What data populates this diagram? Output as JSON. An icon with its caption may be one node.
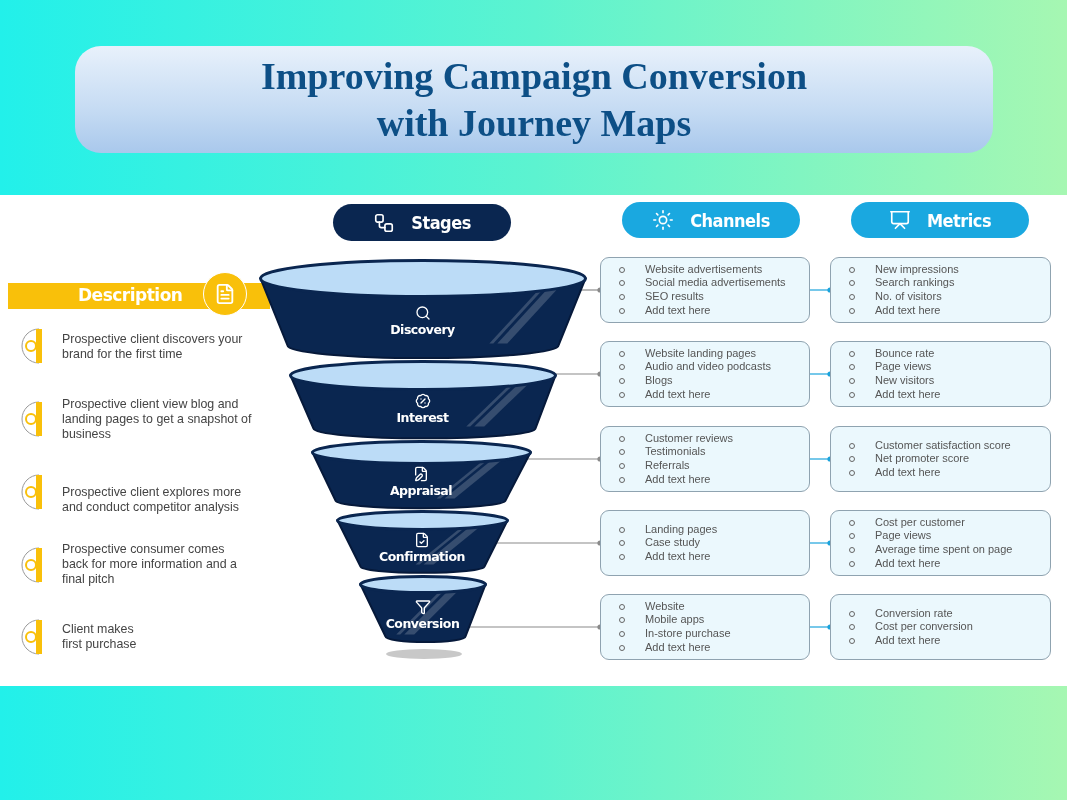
{
  "diagram": {
    "title": "Improving Campaign Conversion with Journey Maps",
    "nodes": [
      {
        "text": [
          "Stages"
        ]
      },
      {
        "text": [
          "Channels"
        ]
      },
      {
        "text": [
          "Metrics"
        ]
      },
      {
        "text": [
          "Description"
        ]
      },
      {
        "text": [
          "Discovery"
        ]
      },
      {
        "text": [
          "Interest"
        ]
      },
      {
        "text": [
          "Appraisal"
        ]
      },
      {
        "text": [
          "Confirmation"
        ]
      },
      {
        "text": [
          "Conversion"
        ]
      },
      {
        "text": [
          "Website advertisements",
          "Social media advertisements",
          "SEO results",
          "Add text here"
        ]
      },
      {
        "text": [
          "Website landing pages",
          "Audio and video podcasts",
          "Blogs",
          "Add text here"
        ]
      },
      {
        "text": [
          "Customer reviews",
          "Testimonials",
          "Referrals",
          "Add text here"
        ]
      },
      {
        "text": [
          "Landing pages",
          "Case study",
          "Add text here"
        ]
      },
      {
        "text": [
          "Website",
          "Mobile apps",
          "In-store purchase",
          "Add text here"
        ]
      },
      {
        "text": [
          "New impressions",
          "Search rankings",
          "No. of visitors",
          "Add text here"
        ]
      },
      {
        "text": [
          "Bounce rate",
          "Page views",
          "New visitors",
          "Add text here"
        ]
      },
      {
        "text": [
          "Customer satisfaction score",
          "Net promoter score",
          "Add text here"
        ]
      },
      {
        "text": [
          "Cost per customer",
          "Page views",
          "Average time spent on page",
          "Add text here"
        ]
      },
      {
        "text": [
          "Conversion rate",
          "Cost per conversion",
          "Add text here"
        ]
      }
    ],
    "edges": [
      {
        "from": 4,
        "to": 9,
        "arrow": "other"
      },
      {
        "from": 5,
        "to": 10,
        "arrow": "other"
      },
      {
        "from": 6,
        "to": 11,
        "arrow": "other"
      },
      {
        "from": 7,
        "to": 12,
        "arrow": "other"
      },
      {
        "from": 8,
        "to": 13,
        "arrow": "other"
      },
      {
        "from": 9,
        "to": 14,
        "arrow": "other",
        "color": "#1ba3dc"
      },
      {
        "from": 10,
        "to": 15,
        "arrow": "other",
        "color": "#1ba3dc"
      },
      {
        "from": 11,
        "to": 16,
        "arrow": "other",
        "color": "#1ba3dc"
      },
      {
        "from": 12,
        "to": 17,
        "arrow": "other",
        "color": "#1ba3dc"
      },
      {
        "from": 13,
        "to": 18,
        "arrow": "other",
        "color": "#1ba3dc"
      }
    ],
    "labels": [
      "Prospective client discovers your brand for the first time",
      "Prospective client view blog and landing pages to get a snapshot of business",
      "Prospective client explores more and conduct competitor analysis",
      "Prospective consumer comes back for more information and a final pitch",
      "Client makes first purchase"
    ]
  }
}
